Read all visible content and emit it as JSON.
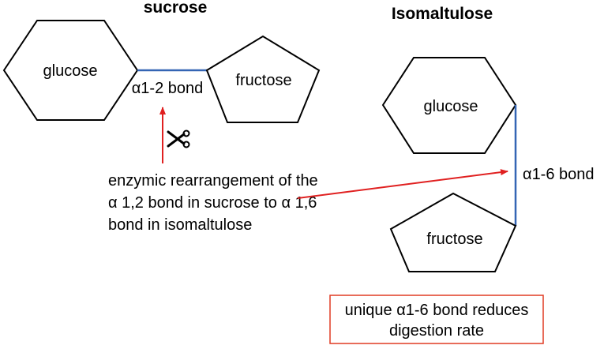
{
  "sucrose": {
    "title": "sucrose",
    "glucose_label": "glucose",
    "fructose_label": "fructose",
    "bond_label": "α1-2 bond"
  },
  "isomaltulose": {
    "title": "Isomaltulose",
    "glucose_label": "glucose",
    "fructose_label": "fructose",
    "bond_label": "α1-6 bond"
  },
  "rearrangement_text": [
    "enzymic rearrangement of the",
    "α 1,2 bond in sucrose to α 1,6",
    "bond in isomaltulose"
  ],
  "note_box": [
    "unique α1-6 bond reduces",
    "digestion rate"
  ],
  "icons": {
    "cleave": "scissors-icon"
  },
  "colors": {
    "bond": "#3465b4",
    "arrow": "#e02020",
    "note_border": "#e03b24",
    "shape_stroke": "#000000"
  }
}
